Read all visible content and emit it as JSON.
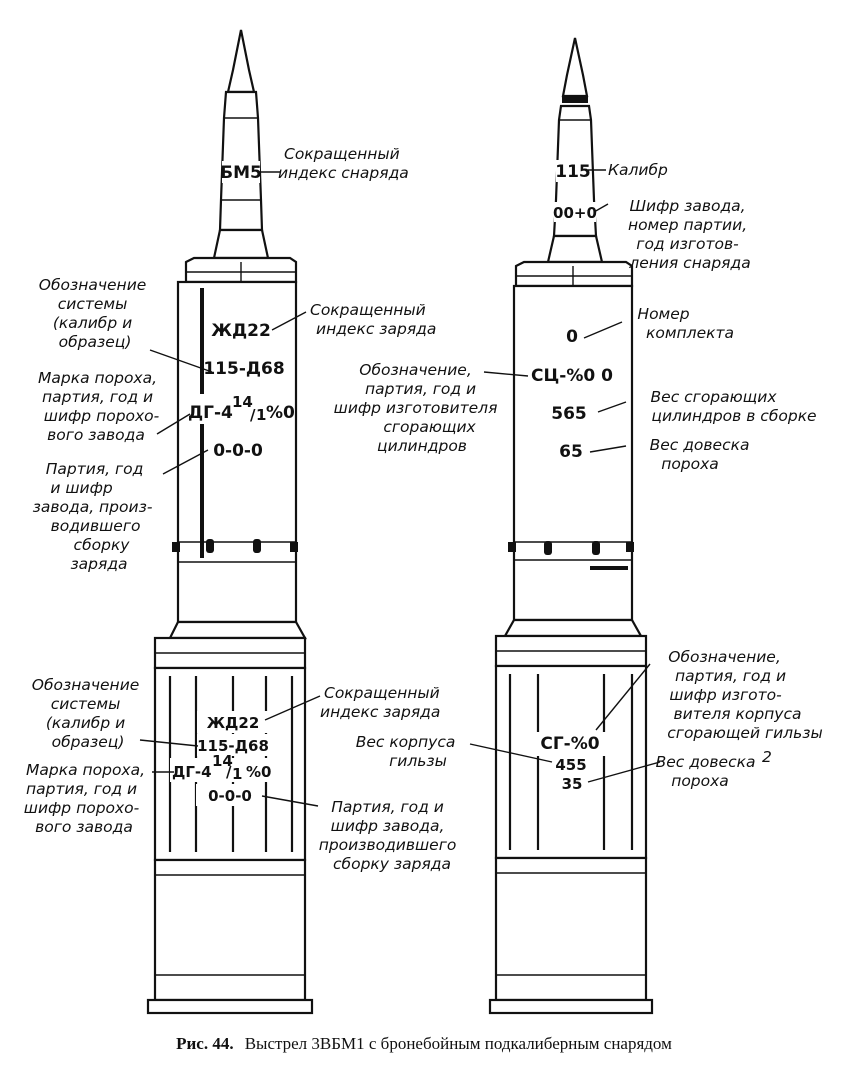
{
  "caption": {
    "number": "Рис. 44.",
    "text": "Выстрел 3ВБМ1 с бронебойным подкалиберным снарядом"
  },
  "left_round": {
    "projectile_marking": "БМ5",
    "charge_index": "ЖД22",
    "system": "115-Д68",
    "powder": "ДГ-4",
    "powder_frac_num": "14",
    "powder_frac_den": "1",
    "powder_tail": "%0",
    "lot": "0-0-0",
    "lower_charge_index": "ЖД22",
    "lower_system": "115-Д68",
    "lower_powder": "ДГ-4",
    "lower_powder_frac_num": "14",
    "lower_powder_frac_den": "1",
    "lower_powder_tail": "%0",
    "lower_lot": "0-0-0"
  },
  "left_labels": {
    "projectile_index": [
      "Сокращенный",
      "индекс снаряда"
    ],
    "system_designation": [
      "Обозначение",
      "системы",
      "(калибр и",
      "образец)"
    ],
    "charge_index": [
      "Сокращенный",
      "индекс заряда"
    ],
    "powder_brand": [
      "Марка пороха,",
      "партия, год и",
      "шифр порохо-",
      "вого завода"
    ],
    "lot_factory": [
      "Партия, год",
      "и шифр",
      "завода, произ-",
      "водившего",
      "сборку",
      "заряда"
    ],
    "lower_system_designation": [
      "Обозначение",
      "системы",
      "(калибр и",
      "образец)"
    ],
    "lower_charge_index": [
      "Сокращенный",
      "индекс заряда"
    ],
    "lower_powder_brand": [
      "Марка пороха,",
      "партия, год и",
      "шифр порохо-",
      "вого завода"
    ],
    "lower_lot_factory": [
      "Партия, год и",
      "шифр завода,",
      "производившего",
      "сборку заряда"
    ]
  },
  "right_round": {
    "caliber": "115",
    "factory_code": "00+0",
    "set_number": "0",
    "cylinders_marking": "СЦ-%0 0",
    "cylinders_weight": "565",
    "powder_increment": "65",
    "case_marking": "СГ-%0",
    "case_weight": "455",
    "lower_increment": "35"
  },
  "right_labels": {
    "caliber": [
      "Калибр"
    ],
    "factory_cipher": [
      "Шифр завода,",
      "номер партии,",
      "год изготов-",
      "ления снаряда"
    ],
    "set_number": [
      "Номер",
      "комплекта"
    ],
    "cylinders_designation": [
      "Обозначение,",
      "партия, год и",
      "шифр изготовителя",
      "сгорающих",
      "цилиндров"
    ],
    "cylinders_weight": [
      "Вес сгорающих",
      "цилиндров в сборке"
    ],
    "increment_weight": [
      "Вес довеска",
      "пороха"
    ],
    "case_designation": [
      "Обозначение,",
      "партия, год и",
      "шифр изгото-",
      "вителя корпуса",
      "сгорающей гильзы"
    ],
    "case_weight": [
      "Вес корпуса",
      "гильзы"
    ],
    "lower_increment_weight": [
      "Вес довеска",
      "пороха"
    ],
    "stray_mark": "2"
  }
}
